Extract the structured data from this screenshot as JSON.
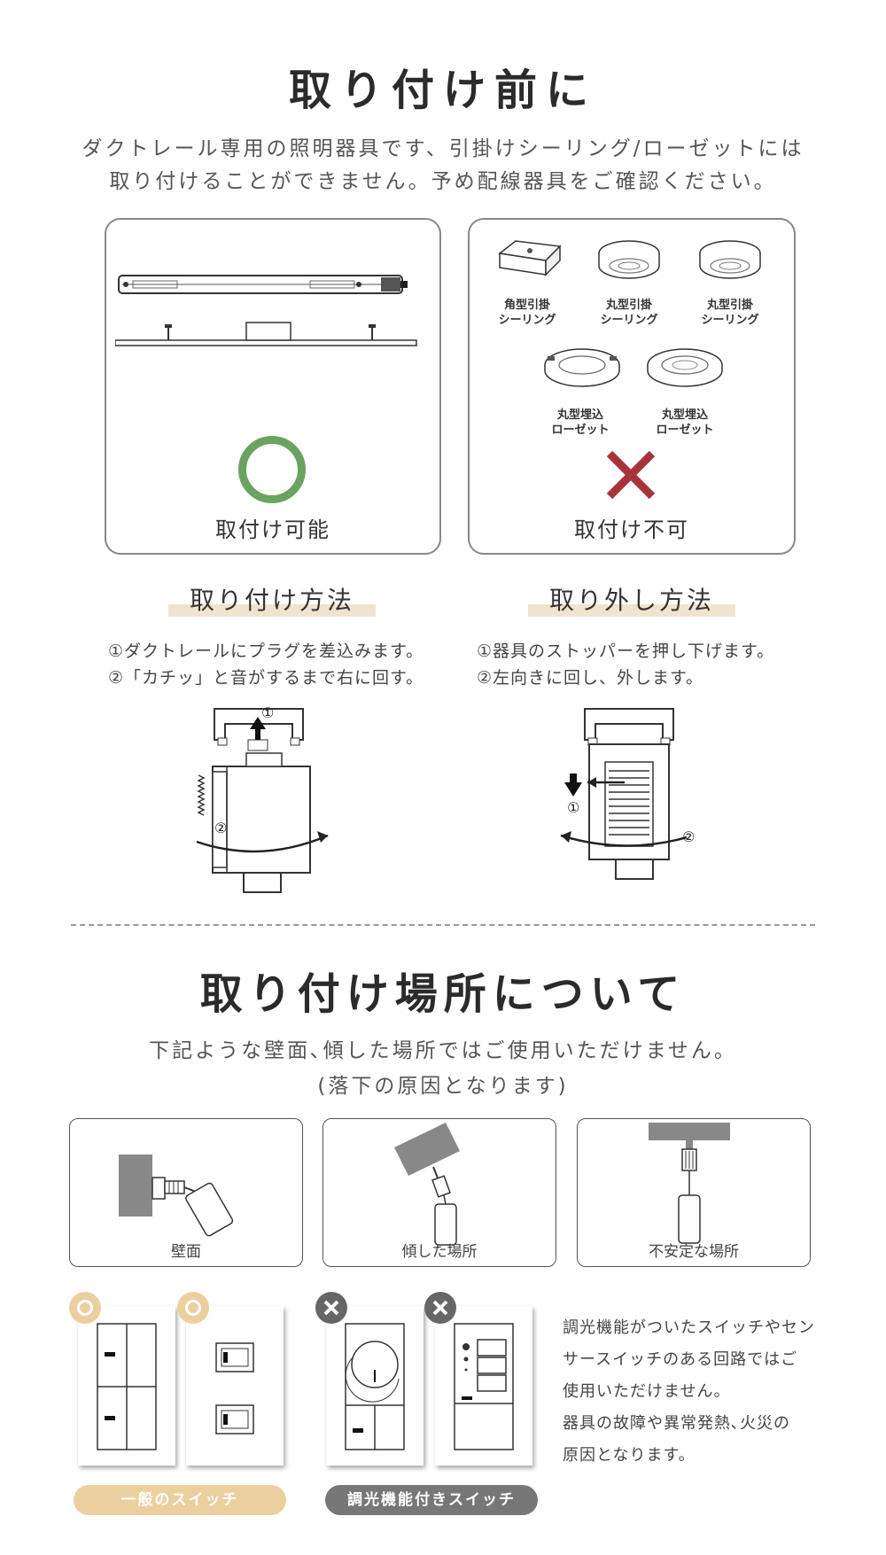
{
  "section1": {
    "title": "取り付け前に",
    "intro_line1": "ダクトレール専用の照明器具です、引掛けシーリング/ローゼットには",
    "intro_line2": "取り付けることができません。予め配線器具をご確認ください。",
    "ok_label": "取付け可能",
    "ng_label": "取付け不可",
    "fixtures": [
      {
        "line1": "角型引掛",
        "line2": "シーリング"
      },
      {
        "line1": "丸型引掛",
        "line2": "シーリング"
      },
      {
        "line1": "丸型引掛",
        "line2": "シーリング"
      },
      {
        "line1": "丸型埋込",
        "line2": "ローゼット"
      },
      {
        "line1": "丸型埋込",
        "line2": "ローゼット"
      }
    ]
  },
  "install": {
    "heading": "取り付け方法",
    "step1": "①ダクトレールにプラグを差込みます。",
    "step2": "②「カチッ」と音がするまで右に回す。"
  },
  "remove": {
    "heading": "取り外し方法",
    "step1": "①器具のストッパーを押し下げます。",
    "step2": "②左向きに回し、外します。"
  },
  "markers": {
    "one": "①",
    "two": "②"
  },
  "section2": {
    "title": "取り付け場所について",
    "line1": "下記ような壁面､傾した場所ではご使用いただけません。",
    "line2": "(落下の原因となります)",
    "locations": [
      "壁面",
      "傾した場所",
      "不安定な場所"
    ]
  },
  "switches": {
    "normal_label": "一般のスイッチ",
    "dimmer_label": "調光機能付きスイッチ",
    "note_lines": [
      "調光機能がついたスイッチやセン",
      "サースイッチのある回路ではご",
      "使用いただけません。",
      "器具の故障や異常発熱､火災の",
      "原因となります。"
    ]
  },
  "colors": {
    "ok_green": "#6aa35f",
    "ng_red": "#a8323a",
    "beige": "#eccf9f",
    "gray_pill": "#777777",
    "x_badge": "#666666"
  }
}
